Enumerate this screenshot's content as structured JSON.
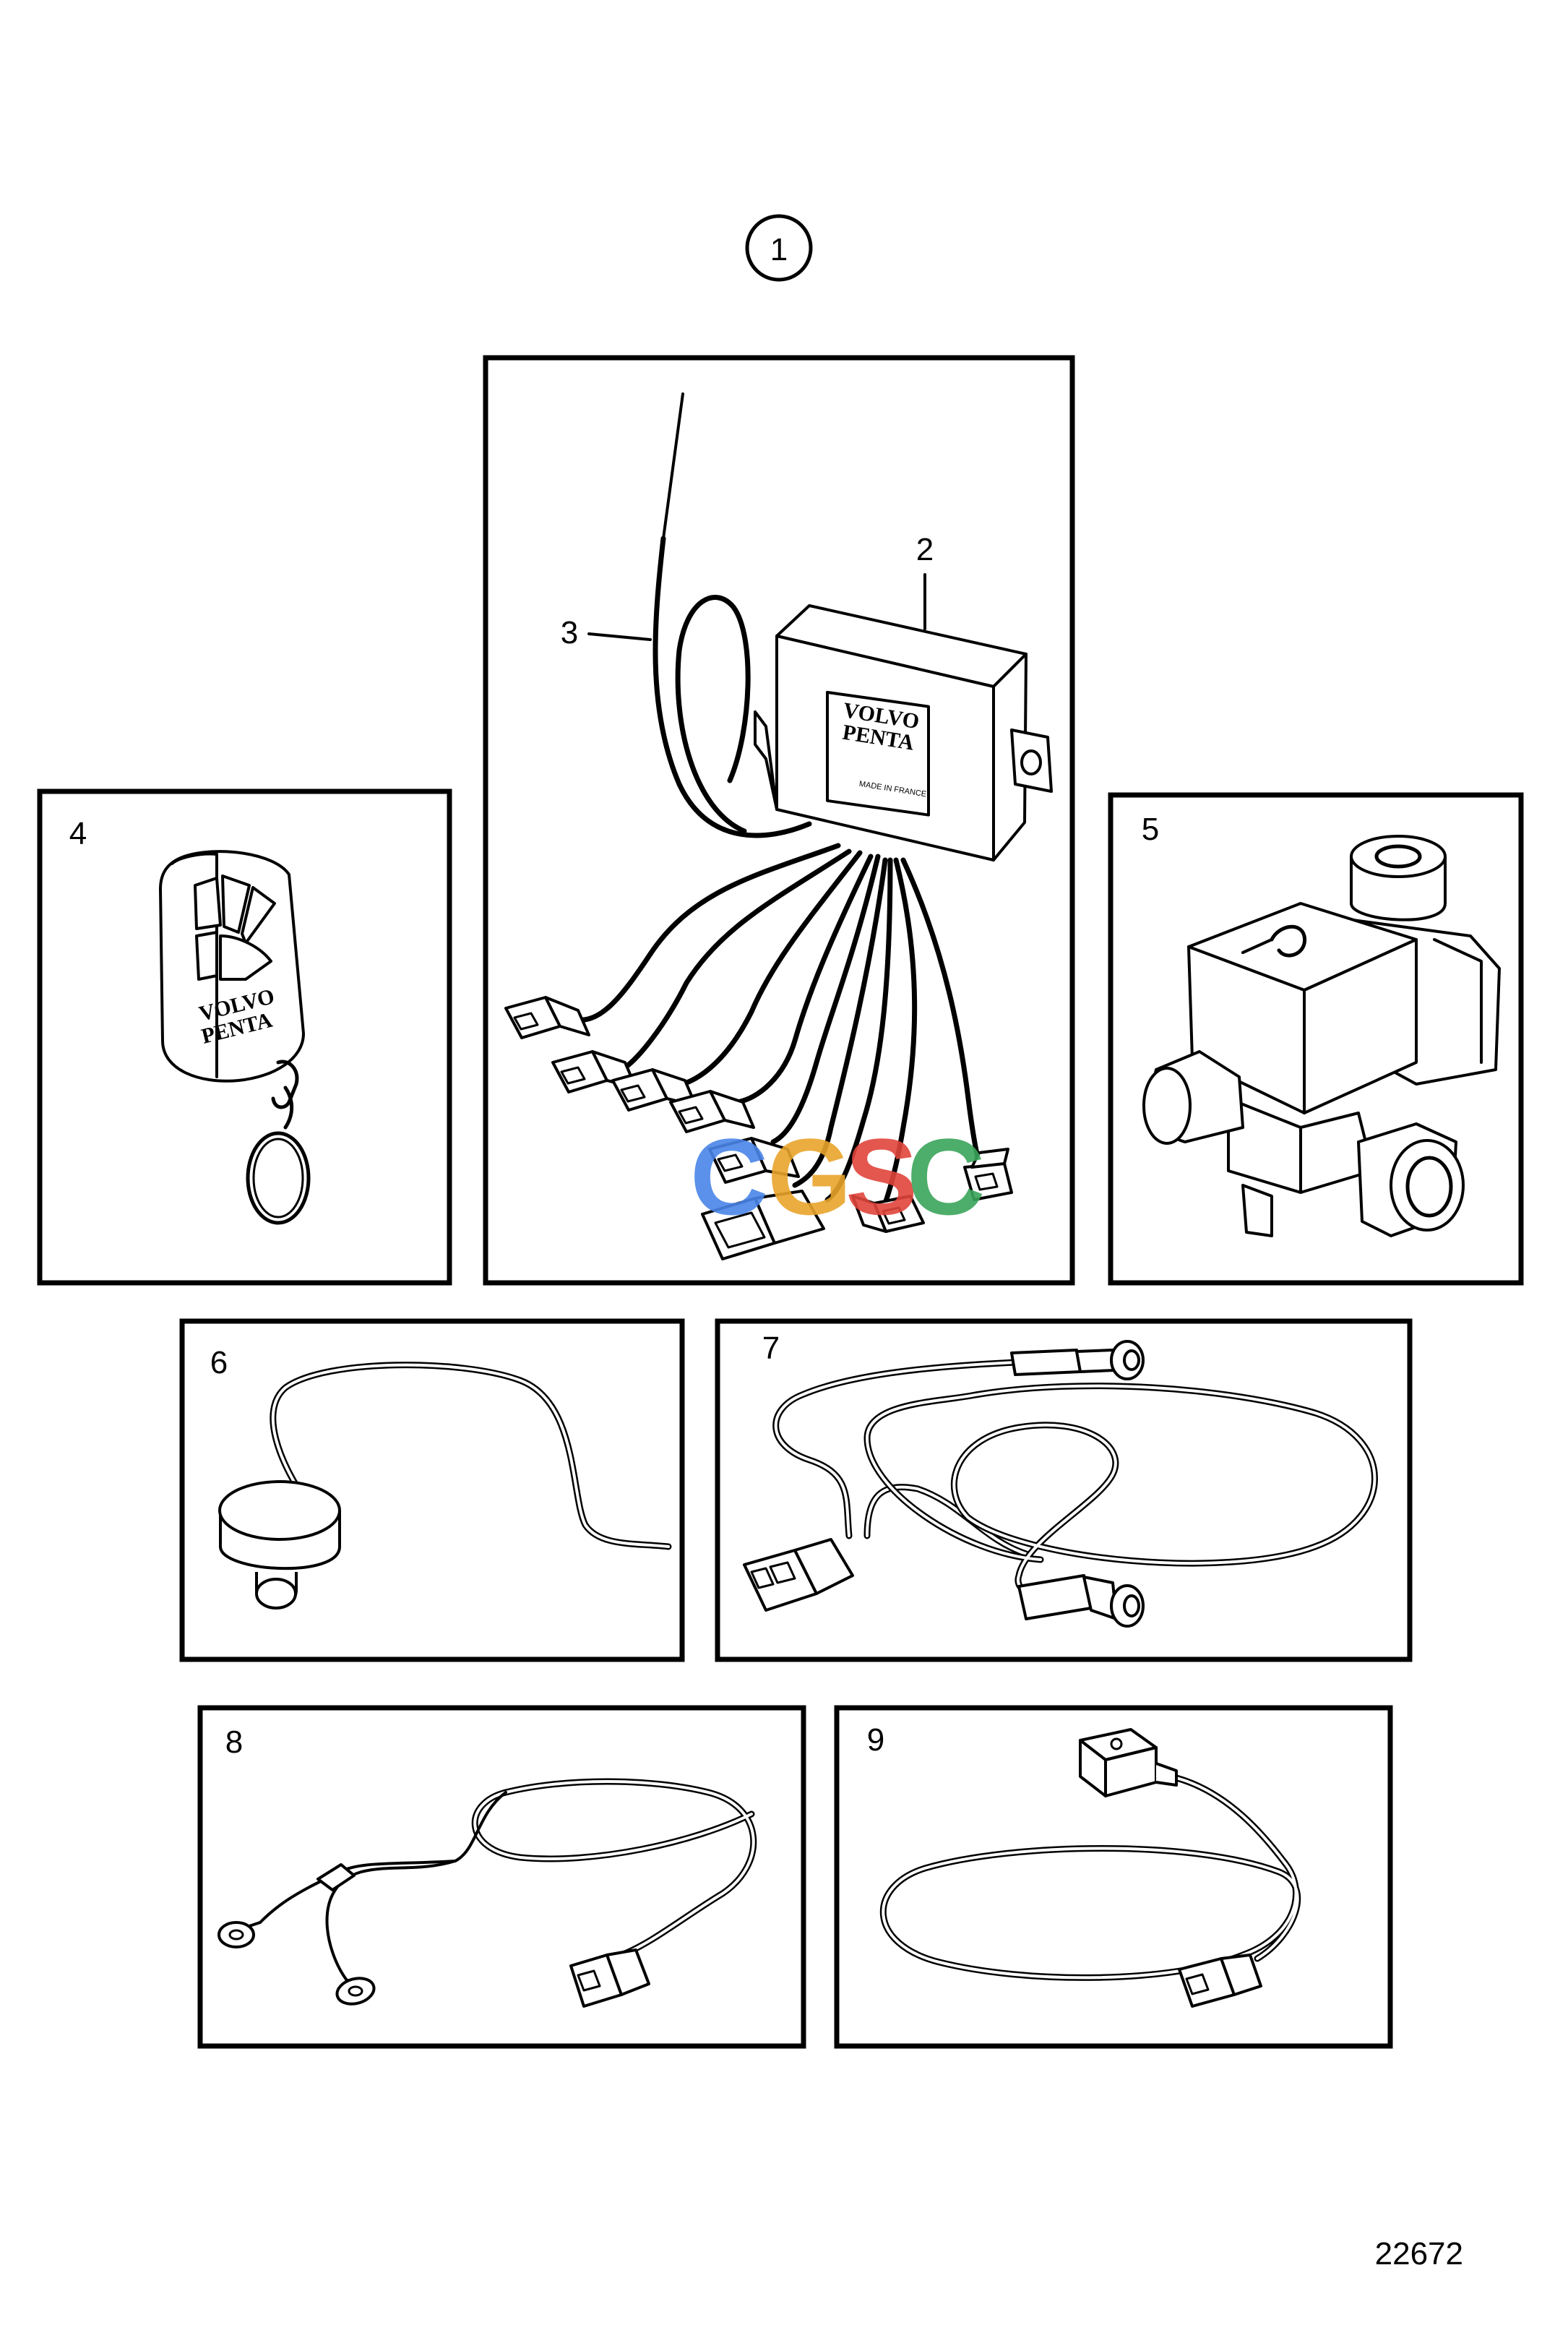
{
  "header": {
    "group_number": "1"
  },
  "parts": [
    {
      "label": "2"
    },
    {
      "label": "3"
    },
    {
      "label": "4"
    },
    {
      "label": "5"
    },
    {
      "label": "6"
    },
    {
      "label": "7"
    },
    {
      "label": "8"
    },
    {
      "label": "9"
    }
  ],
  "brand": {
    "line1": "VOLVO",
    "line2": "PENTA"
  },
  "control_unit_small_print": "MADE IN FRANCE",
  "watermark": {
    "letters": [
      "C",
      "G",
      "S",
      "C"
    ],
    "colors": [
      "#4a86e8",
      "#e9a52c",
      "#e0453c",
      "#3aa55a"
    ]
  },
  "footer": {
    "reference": "22672"
  }
}
